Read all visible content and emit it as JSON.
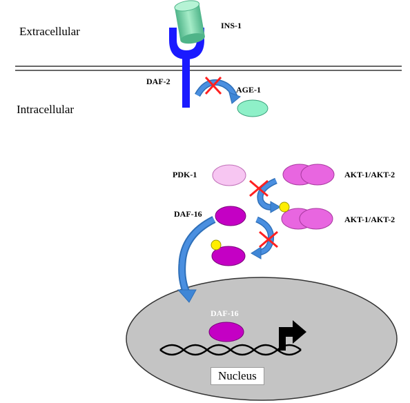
{
  "regions": {
    "extracellular": "Extracellular",
    "intracellular": "Intracellular"
  },
  "proteins": {
    "ins1": "INS-1",
    "daf2": "DAF-2",
    "age1": "AGE-1",
    "pdk1": "PDK-1",
    "akt_top": "AKT-1/AKT-2",
    "akt_bottom": "AKT-1/AKT-2",
    "daf16": "DAF-16",
    "daf16_nuclear": "DAF-16"
  },
  "nucleus_label": "Nucleus",
  "colors": {
    "receptor": "#1a1aff",
    "ins1": "#7fd9a8",
    "age1": "#8ef0c8",
    "pdk1": "#f7c6f2",
    "akt": "#e866e0",
    "daf16": "#c400c4",
    "phosphate": "#ffee00",
    "arrow": "#3f86d6",
    "inhibition": "#ff2020",
    "nucleus": "#c4c4c4",
    "membrane": "#666666"
  }
}
